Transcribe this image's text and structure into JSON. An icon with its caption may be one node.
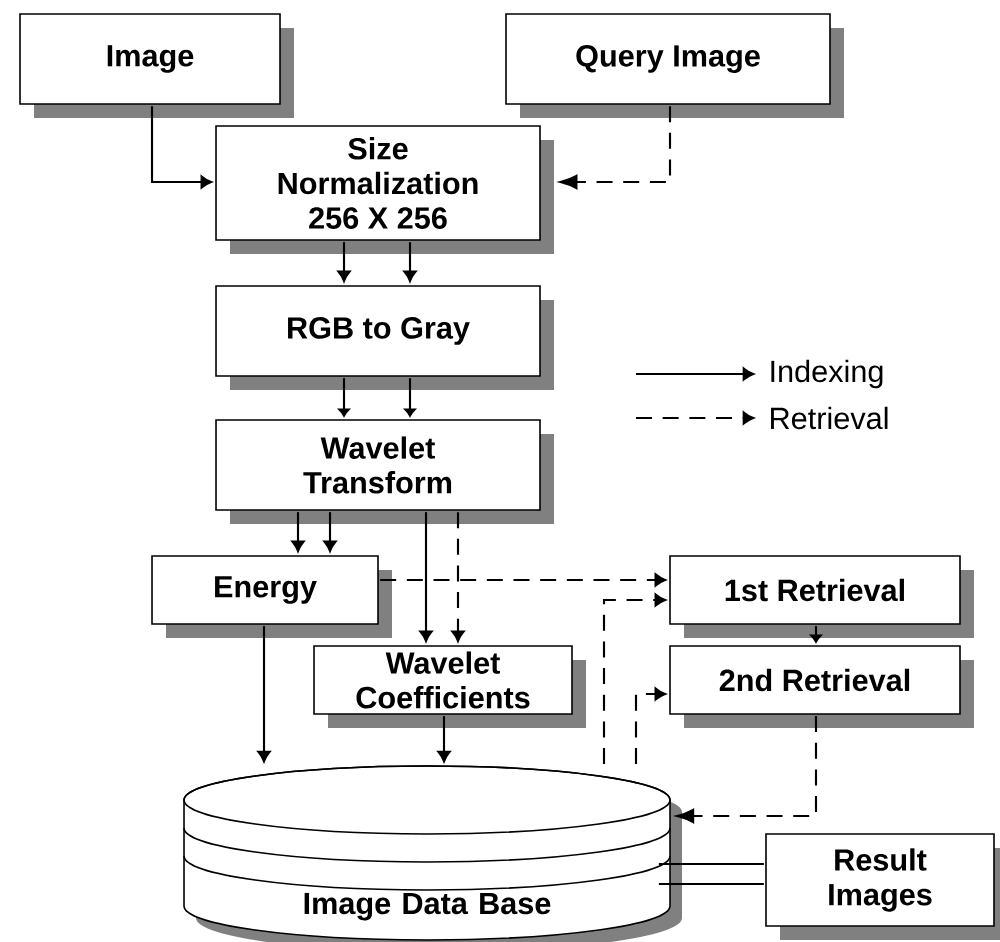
{
  "diagram": {
    "nodes": [
      {
        "text": [
          "Image"
        ]
      },
      {
        "text": [
          "Query Image"
        ]
      },
      {
        "text": [
          "Size Normalization 256 X 256"
        ]
      },
      {
        "text": [
          "RGB to Gray"
        ]
      },
      {
        "text": [
          "Wavelet Transform"
        ]
      },
      {
        "text": [
          "Energy"
        ]
      },
      {
        "text": [
          "Wavelet Coefficients"
        ]
      },
      {
        "text": [
          "1st Retrieval"
        ]
      },
      {
        "text": [
          "2nd Retrieval"
        ]
      },
      {
        "text": [
          "Image Data Base"
        ]
      },
      {
        "text": [
          "Result Images"
        ]
      }
    ],
    "edges": [
      {
        "from": 0,
        "to": 2,
        "arrow": "to"
      },
      {
        "from": 1,
        "to": 2,
        "arrow": "to",
        "style": "dashed"
      },
      {
        "from": 2,
        "to": 3,
        "arrow": "to"
      },
      {
        "from": 2,
        "to": 3,
        "arrow": "to"
      },
      {
        "from": 3,
        "to": 4,
        "arrow": "to"
      },
      {
        "from": 3,
        "to": 4,
        "arrow": "to"
      },
      {
        "from": 4,
        "to": 5,
        "arrow": "to"
      },
      {
        "from": 4,
        "to": 5,
        "arrow": "to"
      },
      {
        "from": 4,
        "to": 6,
        "arrow": "to"
      },
      {
        "from": 4,
        "to": 6,
        "arrow": "to",
        "style": "dashed"
      },
      {
        "from": 5,
        "to": 7,
        "arrow": "to",
        "style": "dashed"
      },
      {
        "from": 5,
        "to": 9,
        "arrow": "to"
      },
      {
        "from": 6,
        "to": 9,
        "arrow": "to"
      },
      {
        "from": 9,
        "to": 7,
        "arrow": "to",
        "style": "dashed"
      },
      {
        "from": 9,
        "to": 8,
        "arrow": "to",
        "style": "dashed"
      },
      {
        "from": 7,
        "to": 8,
        "arrow": "to"
      },
      {
        "from": 8,
        "to": 9,
        "arrow": "to",
        "style": "dashed"
      },
      {
        "from": 9,
        "to": 10,
        "arrow": "none"
      },
      {
        "from": 9,
        "to": 10,
        "arrow": "none"
      }
    ],
    "legend": [
      {
        "text": "Indexing"
      },
      {
        "text": "Retrieval"
      }
    ]
  }
}
